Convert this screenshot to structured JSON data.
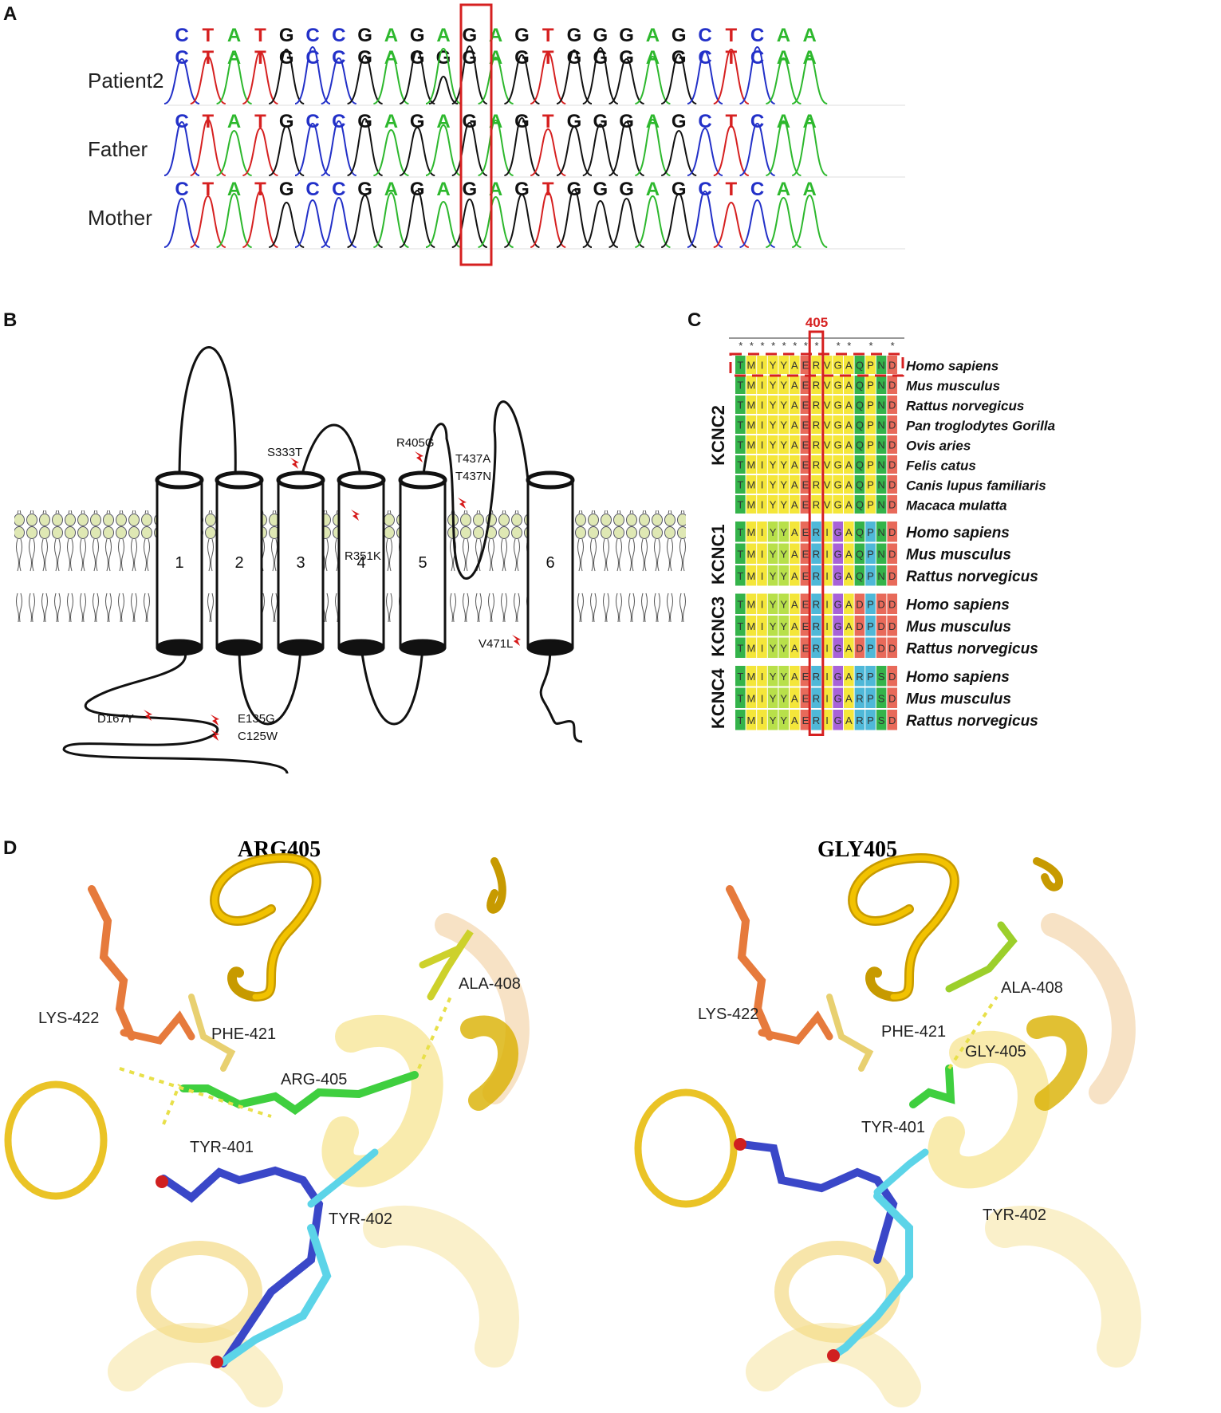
{
  "panels": {
    "a": "A",
    "b": "B",
    "c": "C",
    "d": "D"
  },
  "panel_a": {
    "sequence": [
      "C",
      "T",
      "A",
      "T",
      "G",
      "C",
      "C",
      "G",
      "A",
      "G",
      "A",
      "G",
      "A",
      "G",
      "T",
      "G",
      "G",
      "G",
      "A",
      "G",
      "C",
      "T",
      "C",
      "A",
      "A"
    ],
    "patient_second_line": [
      "C",
      "T",
      "A",
      "T",
      "G",
      "C",
      "C",
      "G",
      "A",
      "G",
      "G",
      "G",
      "A",
      "G",
      "T",
      "G",
      "G",
      "G",
      "A",
      "G",
      "C",
      "T",
      "C",
      "A",
      "A"
    ],
    "rows": [
      {
        "label": "Patient2"
      },
      {
        "label": "Father"
      },
      {
        "label": "Mother"
      }
    ],
    "base_colors": {
      "A": "#2db82d",
      "C": "#2230c8",
      "G": "#111111",
      "T": "#d62020"
    },
    "highlight_color": "#d62020"
  },
  "panel_b": {
    "helices": [
      "1",
      "2",
      "3",
      "4",
      "5",
      "6"
    ],
    "mutations": [
      "S333T",
      "R405G",
      "T437A",
      "T437N",
      "R351K",
      "V471L",
      "D167Y",
      "E135G",
      "C125W"
    ]
  },
  "panel_c": {
    "position_label": "405",
    "conservation": [
      "*",
      "*",
      "*",
      "*",
      "*",
      "*",
      "*",
      "*",
      " ",
      "*",
      "*",
      " ",
      "*",
      " ",
      "*"
    ],
    "groups": [
      {
        "name": "KCNC2",
        "rows": [
          {
            "seq": "TMIYYAERVGAQPND",
            "species": "Homo sapiens"
          },
          {
            "seq": "TMIYYAERVGAQPND",
            "species": "Mus musculus"
          },
          {
            "seq": "TMIYYAERVGAQPND",
            "species": "Rattus norvegicus"
          },
          {
            "seq": "TMIYYAERVGAQPND",
            "species": "Pan troglodytes Gorilla"
          },
          {
            "seq": "TMIYYAERVGAQPND",
            "species": "Ovis aries"
          },
          {
            "seq": "TMIYYAERVGAQPND",
            "species": "Felis catus"
          },
          {
            "seq": "TMIYYAERVGAQPND",
            "species": "Canis lupus familiaris"
          },
          {
            "seq": "TMIYYAERVGAQPND",
            "species": "Macaca mulatta"
          }
        ]
      },
      {
        "name": "KCNC1",
        "rows": [
          {
            "seq": "TMIYYAERIGAQPND",
            "species": "Homo sapiens"
          },
          {
            "seq": "TMIYYAERIGAQPND",
            "species": "Mus musculus"
          },
          {
            "seq": "TMIYYAERIGAQPND",
            "species": "Rattus norvegicus"
          }
        ]
      },
      {
        "name": "KCNC3",
        "rows": [
          {
            "seq": "TMIYYAERIGADPDD",
            "species": "Homo sapiens"
          },
          {
            "seq": "TMIYYAERIGADPDD",
            "species": "Mus musculus"
          },
          {
            "seq": "TMIYYAERIGADPDD",
            "species": "Rattus norvegicus"
          }
        ]
      },
      {
        "name": "KCNC4",
        "rows": [
          {
            "seq": "TMIYYAERIGARPSD",
            "species": "Homo sapiens"
          },
          {
            "seq": "TMIYYAERIGARPSD",
            "species": "Mus musculus"
          },
          {
            "seq": "TMIYYAERIGARPSD",
            "species": "Rattus norvegicus"
          }
        ]
      }
    ]
  },
  "panel_d": {
    "left": {
      "title": "ARG405",
      "labels": [
        "LYS-422",
        "PHE-421",
        "ALA-408",
        "ARG-405",
        "TYR-401",
        "TYR-402"
      ]
    },
    "right": {
      "title": "GLY405",
      "labels": [
        "LYS-422",
        "PHE-421",
        "ALA-408",
        "GLY-405",
        "TYR-401",
        "TYR-402"
      ]
    }
  }
}
